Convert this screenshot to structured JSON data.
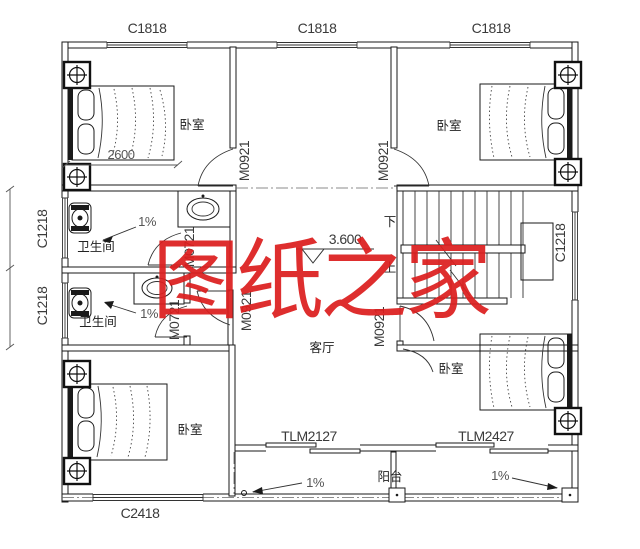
{
  "watermark": {
    "text": "图纸之家",
    "color": "#dc1f1f"
  },
  "windows": {
    "top_left": "C1818",
    "top_middle": "C1818",
    "top_right": "C1818",
    "left_upper": "C1218",
    "left_lower": "C1218",
    "right_stair": "C1218",
    "bottom_left": "C2418"
  },
  "doors": {
    "bedroom_top_left": "M0921",
    "bedroom_top_right": "M0921",
    "bathroom_upper": "M0721",
    "bathroom_lower": "M0721",
    "living_passage": "M0921",
    "bedroom_bottom_right": "M0921",
    "balcony_sliding_left": "TLM2127",
    "balcony_sliding_right": "TLM2427"
  },
  "rooms": {
    "bedroom_top_left": "卧室",
    "bedroom_top_right": "卧室",
    "bedroom_bottom_left": "卧室",
    "bedroom_bottom_right": "卧室",
    "bathroom_upper": "卫生间",
    "bathroom_lower": "卫生间",
    "living_room": "客厅",
    "balcony": "阳台"
  },
  "stairs": {
    "down_label": "下",
    "up_label": "上"
  },
  "annotations": {
    "floor_level": "3.600",
    "bed_width_dim": "2600",
    "slope_bathroom_upper": "1%",
    "slope_bathroom_lower": "1%",
    "slope_balcony_left": "1%",
    "slope_balcony_right": "1%"
  },
  "symbols": {
    "column_marker": "crosshair-in-square",
    "door_swing": "quarter-circle-arc",
    "slope_arrow": "leader-arrow",
    "level_marker": "open-triangle"
  }
}
